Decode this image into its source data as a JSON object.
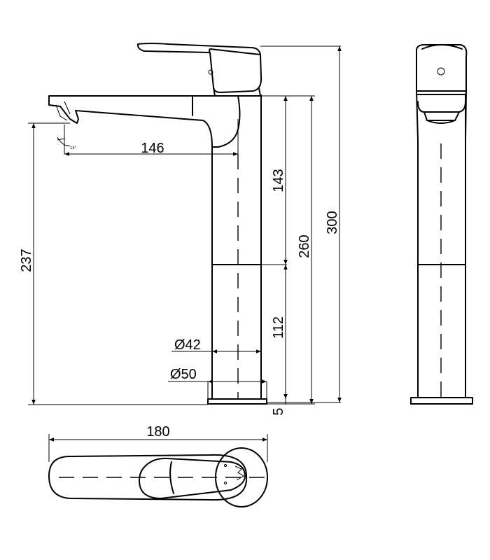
{
  "dimensions": {
    "spout_reach": "146",
    "body_upper": "143",
    "total_height": "300",
    "outlet_height": "260",
    "spout_clearance": "237",
    "body_lower": "112",
    "body_diameter": "Ø42",
    "base_diameter": "Ø50",
    "base_thickness": "5",
    "top_length": "180",
    "aerator_angle": "15°"
  }
}
